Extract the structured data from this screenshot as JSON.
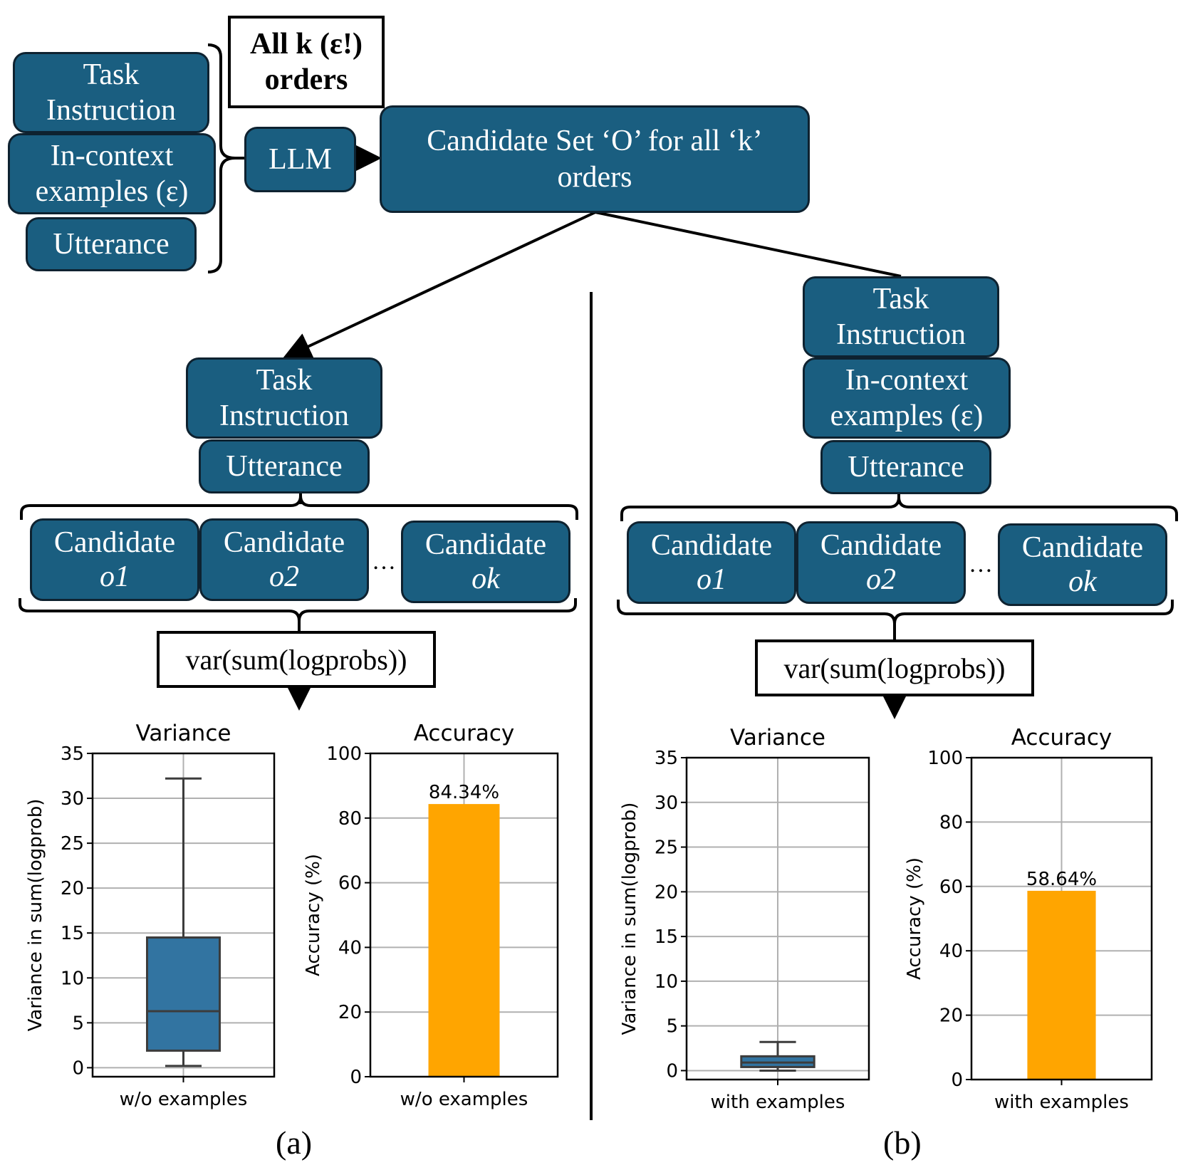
{
  "top": {
    "orders_label": "All k (ε!) orders",
    "input_items": [
      "Task Instruction",
      "In-context examples (ε)",
      "Utterance"
    ],
    "llm_label": "LLM",
    "candidate_set_label": "Candidate Set ‘O’ for all ‘k’ orders"
  },
  "panel_a": {
    "inputs": [
      "Task Instruction",
      "Utterance"
    ],
    "candidates": [
      {
        "label": "Candidate",
        "sub": "o1"
      },
      {
        "label": "Candidate",
        "sub": "o2"
      },
      {
        "label": "Candidate",
        "sub": "ok"
      }
    ],
    "ellipsis": "…",
    "metric_box": "var(sum(logprobs))",
    "caption": "(a)"
  },
  "panel_b": {
    "inputs": [
      "Task Instruction",
      "In-context examples (ε)",
      "Utterance"
    ],
    "candidates": [
      {
        "label": "Candidate",
        "sub": "o1"
      },
      {
        "label": "Candidate",
        "sub": "o2"
      },
      {
        "label": "Candidate",
        "sub": "ok"
      }
    ],
    "ellipsis": "…",
    "metric_box": "var(sum(logprobs))",
    "caption": "(b)"
  },
  "chart_data": [
    {
      "type": "box",
      "title": "Variance",
      "ylabel": "Variance in sum(logprob)",
      "xlabel": "",
      "categories": [
        "w/o examples"
      ],
      "ylim": [
        -1,
        35
      ],
      "yticks": [
        0,
        5,
        10,
        15,
        20,
        25,
        30,
        35
      ],
      "box": {
        "whisker_low": 0.2,
        "q1": 1.9,
        "median": 6.3,
        "q3": 14.5,
        "whisker_high": 32.2
      },
      "color": "#3274a1",
      "grid": true
    },
    {
      "type": "bar",
      "title": "Accuracy",
      "ylabel": "Accuracy (%)",
      "xlabel": "",
      "categories": [
        "w/o examples"
      ],
      "values": [
        84.34
      ],
      "data_labels": [
        "84.34%"
      ],
      "ylim": [
        0,
        100
      ],
      "yticks": [
        0,
        20,
        40,
        60,
        80,
        100
      ],
      "color": "#ffa500",
      "grid": true
    },
    {
      "type": "box",
      "title": "Variance",
      "ylabel": "Variance in sum(logprob)",
      "xlabel": "",
      "categories": [
        "with examples"
      ],
      "ylim": [
        -1,
        35
      ],
      "yticks": [
        0,
        5,
        10,
        15,
        20,
        25,
        30,
        35
      ],
      "box": {
        "whisker_low": 0.0,
        "q1": 0.4,
        "median": 0.9,
        "q3": 1.6,
        "whisker_high": 3.2
      },
      "color": "#3274a1",
      "grid": true
    },
    {
      "type": "bar",
      "title": "Accuracy",
      "ylabel": "Accuracy (%)",
      "xlabel": "",
      "categories": [
        "with examples"
      ],
      "values": [
        58.64
      ],
      "data_labels": [
        "58.64%"
      ],
      "ylim": [
        0,
        100
      ],
      "yticks": [
        0,
        20,
        40,
        60,
        80,
        100
      ],
      "color": "#ffa500",
      "grid": true
    }
  ]
}
